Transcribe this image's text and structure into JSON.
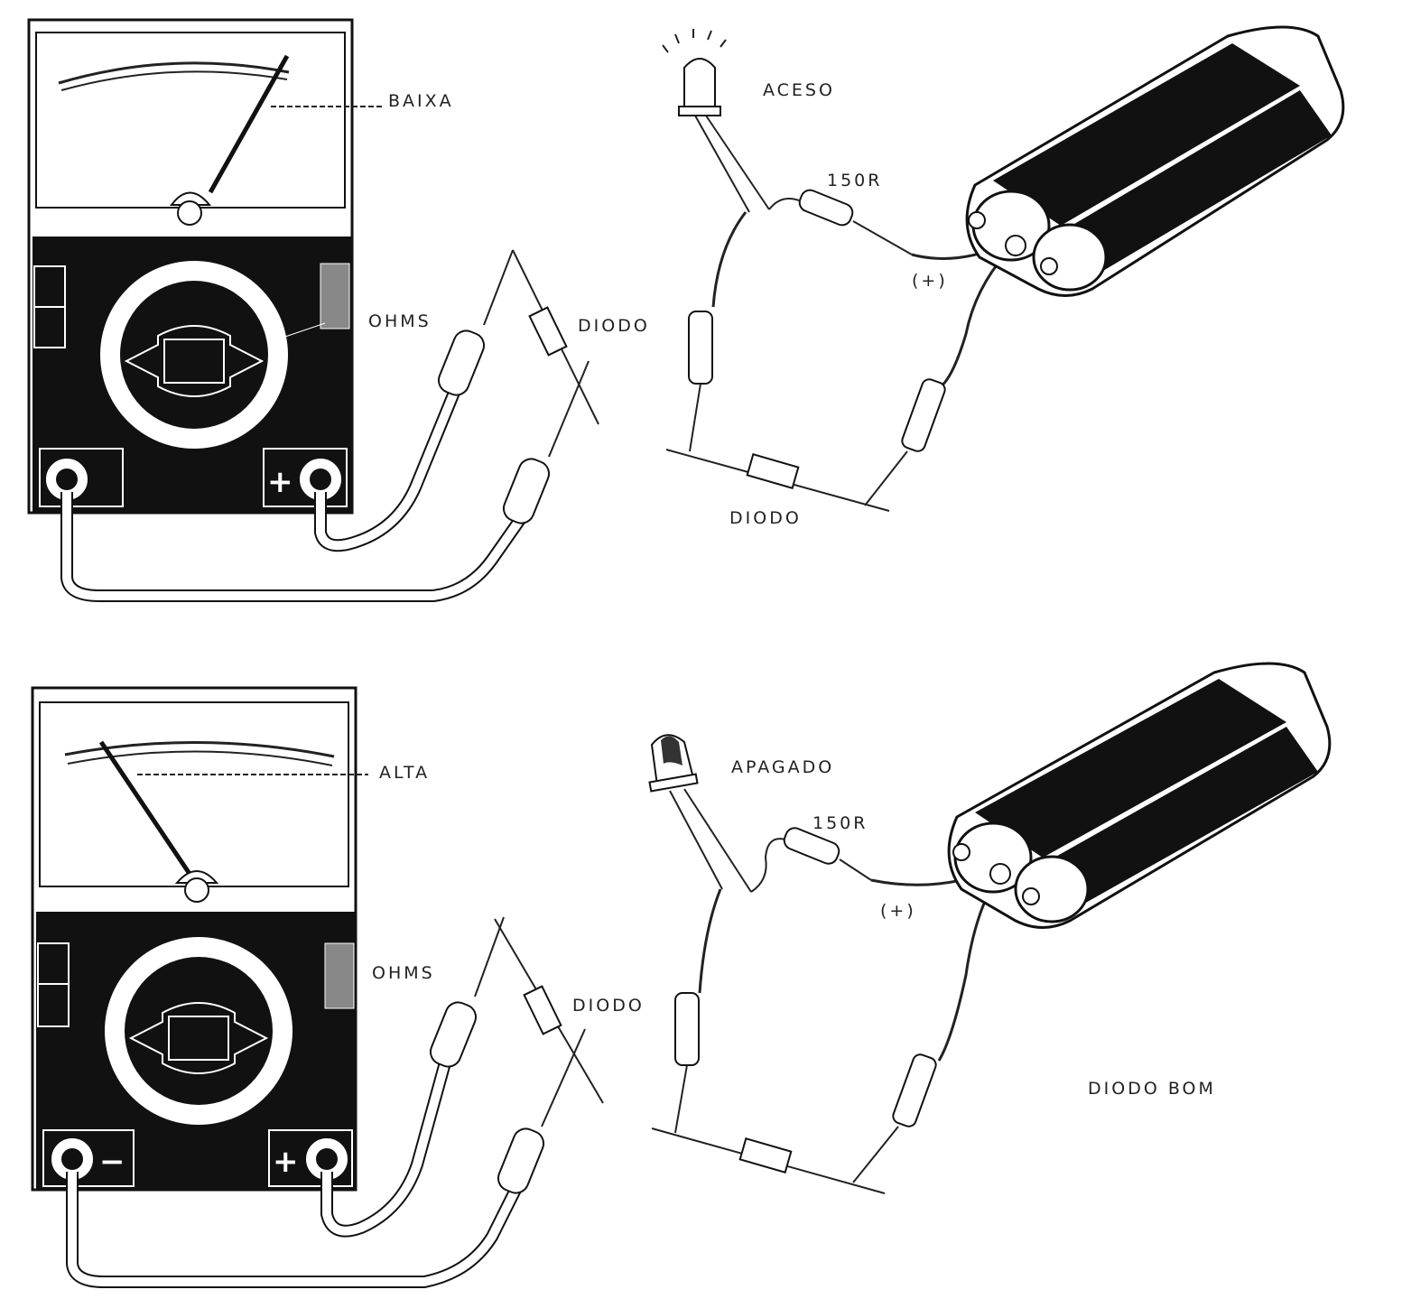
{
  "top_panel": {
    "meter": {
      "needle_label": "BAIXA",
      "selector_label": "OHMS",
      "plus_terminal": "+",
      "diode_label": "DIODO"
    },
    "led_tester": {
      "led_state": "ACESO",
      "resistor_label": "150R",
      "polarity_label": "(+)",
      "diode_label": "DIODO"
    }
  },
  "bottom_panel": {
    "meter": {
      "needle_label": "ALTA",
      "selector_label": "OHMS",
      "minus_terminal": "−",
      "plus_terminal": "+",
      "diode_label": "DIODO"
    },
    "led_tester": {
      "led_state": "APAGADO",
      "resistor_label": "150R",
      "polarity_label": "(+)"
    }
  },
  "caption": "DIODO BOM"
}
